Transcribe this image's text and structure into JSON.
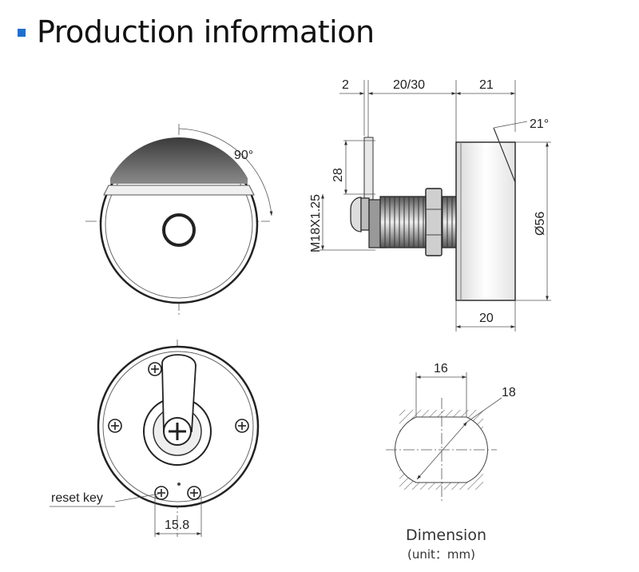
{
  "header": {
    "title": "Production information",
    "accent_color": "#1f6fd1"
  },
  "front_view": {
    "angle_label": "90°"
  },
  "side_view": {
    "dim_thickness": "2",
    "dim_length": "20/30",
    "dim_head_depth": "21",
    "dim_angle": "21°",
    "dim_height": "28",
    "dim_thread": "M18X1.25",
    "dim_diameter": "Ø56",
    "dim_body_depth": "20"
  },
  "back_view": {
    "reset_key_label": "reset key",
    "dim_spacing": "15.8"
  },
  "cutout": {
    "dim_width": "16",
    "dim_diameter": "18",
    "caption": "Dimension",
    "unit": "(unit：mm)"
  }
}
